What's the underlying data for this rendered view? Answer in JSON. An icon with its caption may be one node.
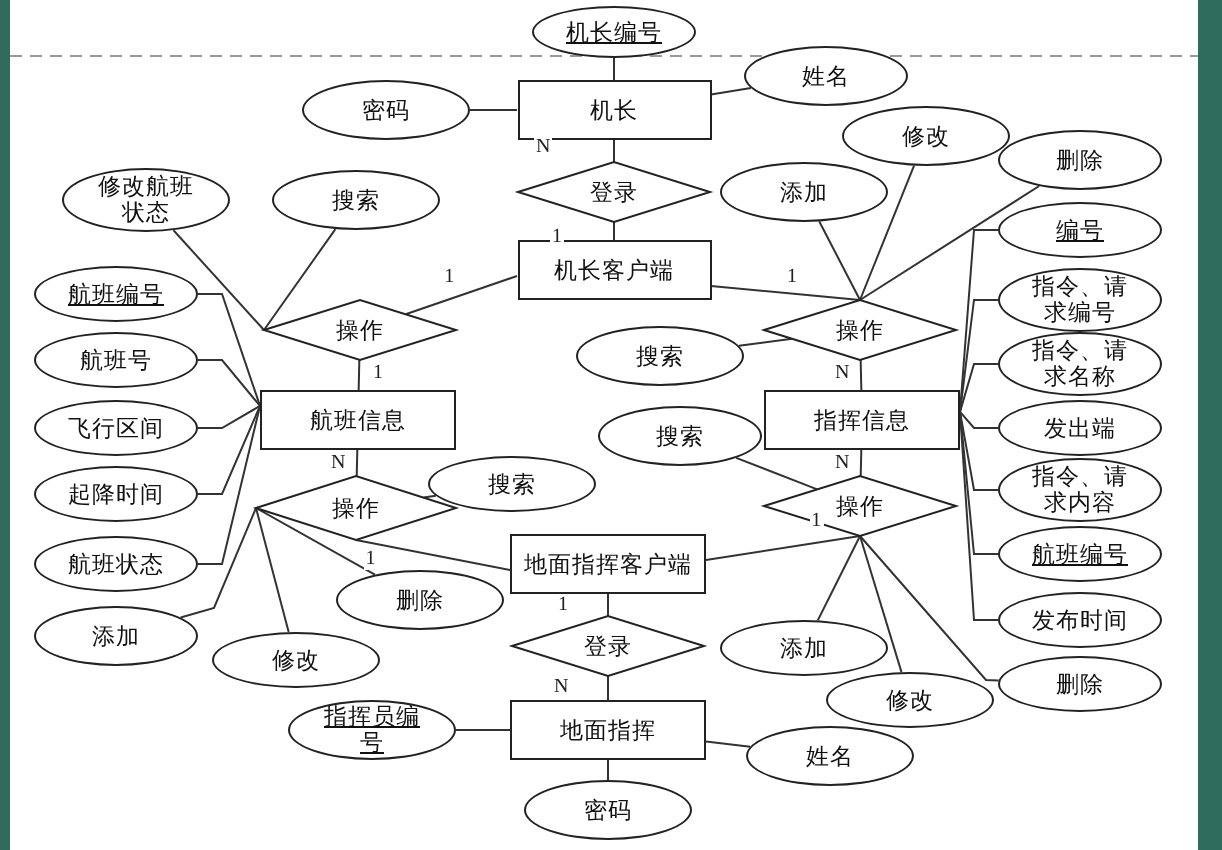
{
  "diagram": {
    "nodes": [
      {
        "text": [
          "机长编号"
        ]
      },
      {
        "text": [
          "密码"
        ]
      },
      {
        "text": [
          "机长"
        ]
      },
      {
        "text": [
          "姓名"
        ]
      },
      {
        "text": [
          "登录"
        ]
      },
      {
        "text": [
          "机长客户端"
        ]
      },
      {
        "text": [
          "修改航班状态"
        ]
      },
      {
        "text": [
          "搜索"
        ]
      },
      {
        "text": [
          "修改"
        ]
      },
      {
        "text": [
          "添加"
        ]
      },
      {
        "text": [
          "删除"
        ]
      },
      {
        "text": [
          "航班编号"
        ]
      },
      {
        "text": [
          "操作"
        ]
      },
      {
        "text": [
          "编号"
        ]
      },
      {
        "text": [
          "搜索"
        ]
      },
      {
        "text": [
          "操作"
        ]
      },
      {
        "text": [
          "指令、请求编号"
        ]
      },
      {
        "text": [
          "航班号"
        ]
      },
      {
        "text": [
          "指令、请求名称"
        ]
      },
      {
        "text": [
          "飞行区间"
        ]
      },
      {
        "text": [
          "航班信息"
        ]
      },
      {
        "text": [
          "指挥信息"
        ]
      },
      {
        "text": [
          "发出端"
        ]
      },
      {
        "text": [
          "搜索"
        ]
      },
      {
        "text": [
          "起降时间"
        ]
      },
      {
        "text": [
          "指令、请求内容"
        ]
      },
      {
        "text": [
          "操作"
        ]
      },
      {
        "text": [
          "搜索"
        ]
      },
      {
        "text": [
          "操作"
        ]
      },
      {
        "text": [
          "航班状态"
        ]
      },
      {
        "text": [
          "地面指挥客户端"
        ]
      },
      {
        "text": [
          "航班编号"
        ]
      },
      {
        "text": [
          "删除"
        ]
      },
      {
        "text": [
          "添加"
        ]
      },
      {
        "text": [
          "发布时间"
        ]
      },
      {
        "text": [
          "修改"
        ]
      },
      {
        "text": [
          "登录"
        ]
      },
      {
        "text": [
          "添加"
        ]
      },
      {
        "text": [
          "删除"
        ]
      },
      {
        "text": [
          "修改"
        ]
      },
      {
        "text": [
          "指挥员编号"
        ]
      },
      {
        "text": [
          "地面指挥"
        ]
      },
      {
        "text": [
          "姓名"
        ]
      },
      {
        "text": [
          "密码"
        ]
      }
    ],
    "edges": [
      {
        "from": 0,
        "to": 2,
        "arrow": "none"
      },
      {
        "from": 1,
        "to": 2,
        "arrow": "none"
      },
      {
        "from": 3,
        "to": 2,
        "arrow": "none"
      },
      {
        "from": 2,
        "to": 4,
        "arrow": "none",
        "label": "N"
      },
      {
        "from": 4,
        "to": 5,
        "arrow": "none",
        "label": "1"
      },
      {
        "from": 5,
        "to": 12,
        "arrow": "none",
        "label": "1"
      },
      {
        "from": 5,
        "to": 15,
        "arrow": "none",
        "label": "1"
      },
      {
        "from": 6,
        "to": 12,
        "arrow": "none"
      },
      {
        "from": 7,
        "to": 12,
        "arrow": "none"
      },
      {
        "from": 12,
        "to": 20,
        "arrow": "none",
        "label": "1"
      },
      {
        "from": 11,
        "to": 20,
        "arrow": "none"
      },
      {
        "from": 17,
        "to": 20,
        "arrow": "none"
      },
      {
        "from": 19,
        "to": 20,
        "arrow": "none"
      },
      {
        "from": 24,
        "to": 20,
        "arrow": "none"
      },
      {
        "from": 29,
        "to": 20,
        "arrow": "none"
      },
      {
        "from": 8,
        "to": 15,
        "arrow": "none"
      },
      {
        "from": 9,
        "to": 15,
        "arrow": "none"
      },
      {
        "from": 10,
        "to": 15,
        "arrow": "none"
      },
      {
        "from": 14,
        "to": 15,
        "arrow": "none"
      },
      {
        "from": 15,
        "to": 21,
        "arrow": "none",
        "label": "N"
      },
      {
        "from": 21,
        "to": 13,
        "arrow": "none"
      },
      {
        "from": 21,
        "to": 16,
        "arrow": "none"
      },
      {
        "from": 21,
        "to": 18,
        "arrow": "none"
      },
      {
        "from": 21,
        "to": 22,
        "arrow": "none"
      },
      {
        "from": 21,
        "to": 25,
        "arrow": "none"
      },
      {
        "from": 21,
        "to": 31,
        "arrow": "none"
      },
      {
        "from": 21,
        "to": 34,
        "arrow": "none"
      },
      {
        "from": 20,
        "to": 26,
        "arrow": "none",
        "label": "N"
      },
      {
        "from": 26,
        "to": 27,
        "arrow": "none"
      },
      {
        "from": 26,
        "to": 30,
        "arrow": "none",
        "label": "1"
      },
      {
        "from": 26,
        "to": 33,
        "arrow": "none"
      },
      {
        "from": 26,
        "to": 35,
        "arrow": "none"
      },
      {
        "from": 26,
        "to": 32,
        "arrow": "none"
      },
      {
        "from": 21,
        "to": 28,
        "arrow": "none",
        "label": "N"
      },
      {
        "from": 28,
        "to": 23,
        "arrow": "none"
      },
      {
        "from": 28,
        "to": 30,
        "arrow": "none",
        "label": "1"
      },
      {
        "from": 28,
        "to": 37,
        "arrow": "none"
      },
      {
        "from": 28,
        "to": 39,
        "arrow": "none"
      },
      {
        "from": 28,
        "to": 38,
        "arrow": "none"
      },
      {
        "from": 30,
        "to": 36,
        "arrow": "none",
        "label": "1"
      },
      {
        "from": 36,
        "to": 41,
        "arrow": "none",
        "label": "N"
      },
      {
        "from": 40,
        "to": 41,
        "arrow": "none"
      },
      {
        "from": 42,
        "to": 41,
        "arrow": "none"
      },
      {
        "from": 43,
        "to": 41,
        "arrow": "none"
      }
    ]
  }
}
